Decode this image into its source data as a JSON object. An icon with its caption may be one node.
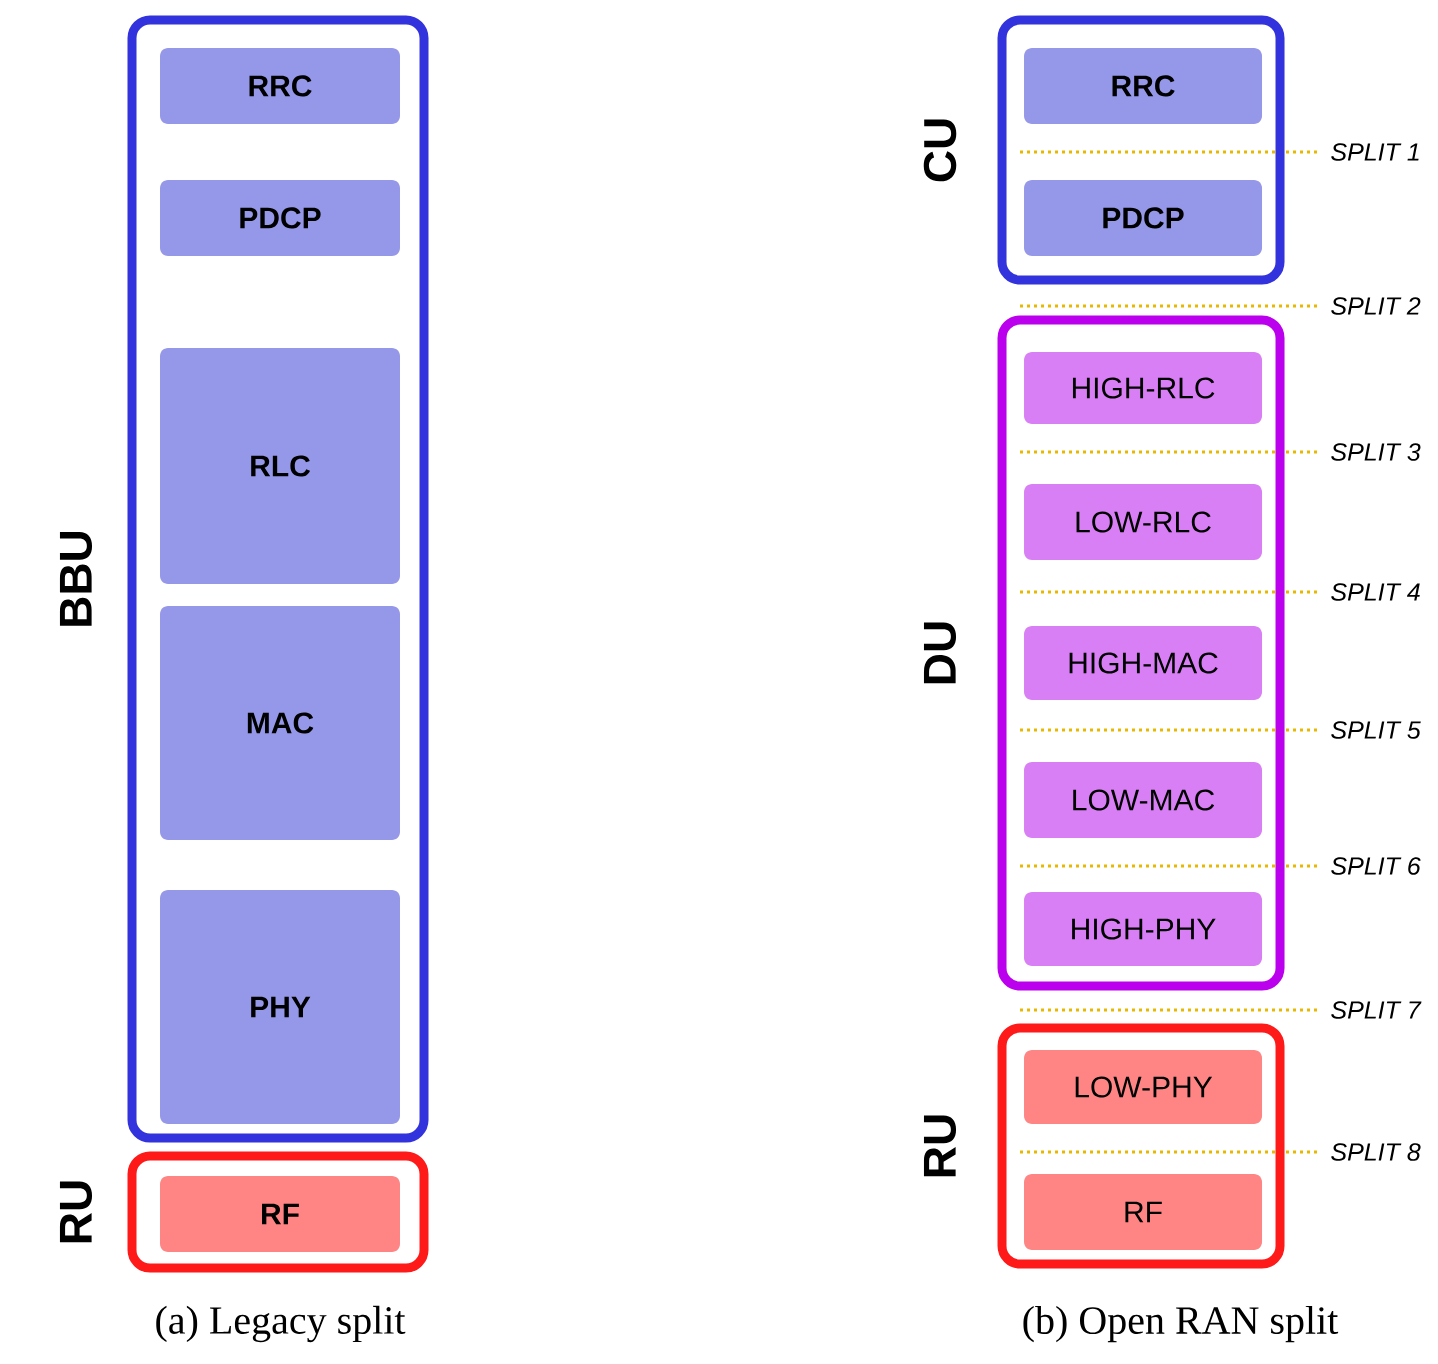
{
  "diagram": {
    "nodes": [
      {
        "text": [
          "BBU"
        ]
      },
      {
        "text": [
          "RRC"
        ],
        "in": 0
      },
      {
        "text": [
          "PDCP"
        ],
        "in": 0
      },
      {
        "text": [
          "RLC"
        ],
        "in": 0
      },
      {
        "text": [
          "MAC"
        ],
        "in": 0
      },
      {
        "text": [
          "PHY"
        ],
        "in": 0
      },
      {
        "text": [
          "RU"
        ]
      },
      {
        "text": [
          "RF"
        ],
        "in": 6
      },
      {
        "text": [
          "CU"
        ]
      },
      {
        "text": [
          "RRC"
        ],
        "in": 8
      },
      {
        "text": [
          "PDCP"
        ],
        "in": 8
      },
      {
        "text": [
          "DU"
        ]
      },
      {
        "text": [
          "HIGH-RLC"
        ],
        "in": 11
      },
      {
        "text": [
          "LOW-RLC"
        ],
        "in": 11
      },
      {
        "text": [
          "HIGH-MAC"
        ],
        "in": 11
      },
      {
        "text": [
          "LOW-MAC"
        ],
        "in": 11
      },
      {
        "text": [
          "HIGH-PHY"
        ],
        "in": 11
      },
      {
        "text": [
          "RU"
        ]
      },
      {
        "text": [
          "LOW-PHY"
        ],
        "in": 17
      },
      {
        "text": [
          "RF"
        ],
        "in": 17
      }
    ],
    "labels": [
      "SPLIT 1",
      "SPLIT 2",
      "SPLIT 3",
      "SPLIT 4",
      "SPLIT 5",
      "SPLIT 6",
      "SPLIT 7",
      "SPLIT 8",
      "(a) Legacy split",
      "(b) Open RAN split"
    ]
  }
}
